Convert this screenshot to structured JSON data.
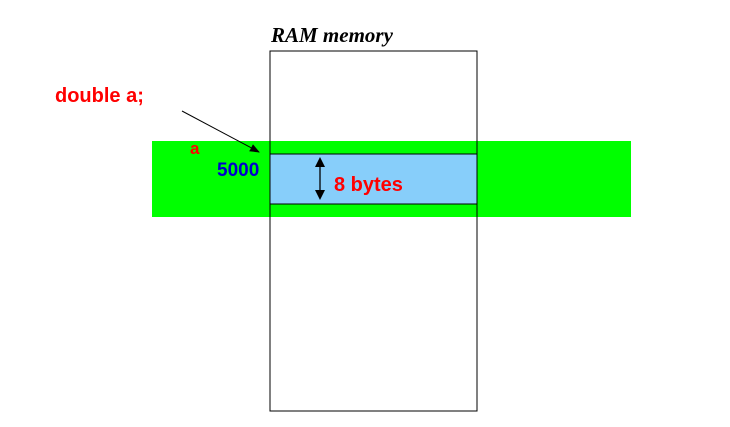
{
  "diagram": {
    "title": "RAM memory",
    "declaration": "double a;",
    "variable_name": "a",
    "address": "5000",
    "size_label": "8 bytes",
    "colors": {
      "highlight_band": "#00ff00",
      "memory_cell": "#87cefa",
      "text_red": "#ff0000",
      "text_blue": "#0000cd",
      "outline": "#000000"
    }
  }
}
